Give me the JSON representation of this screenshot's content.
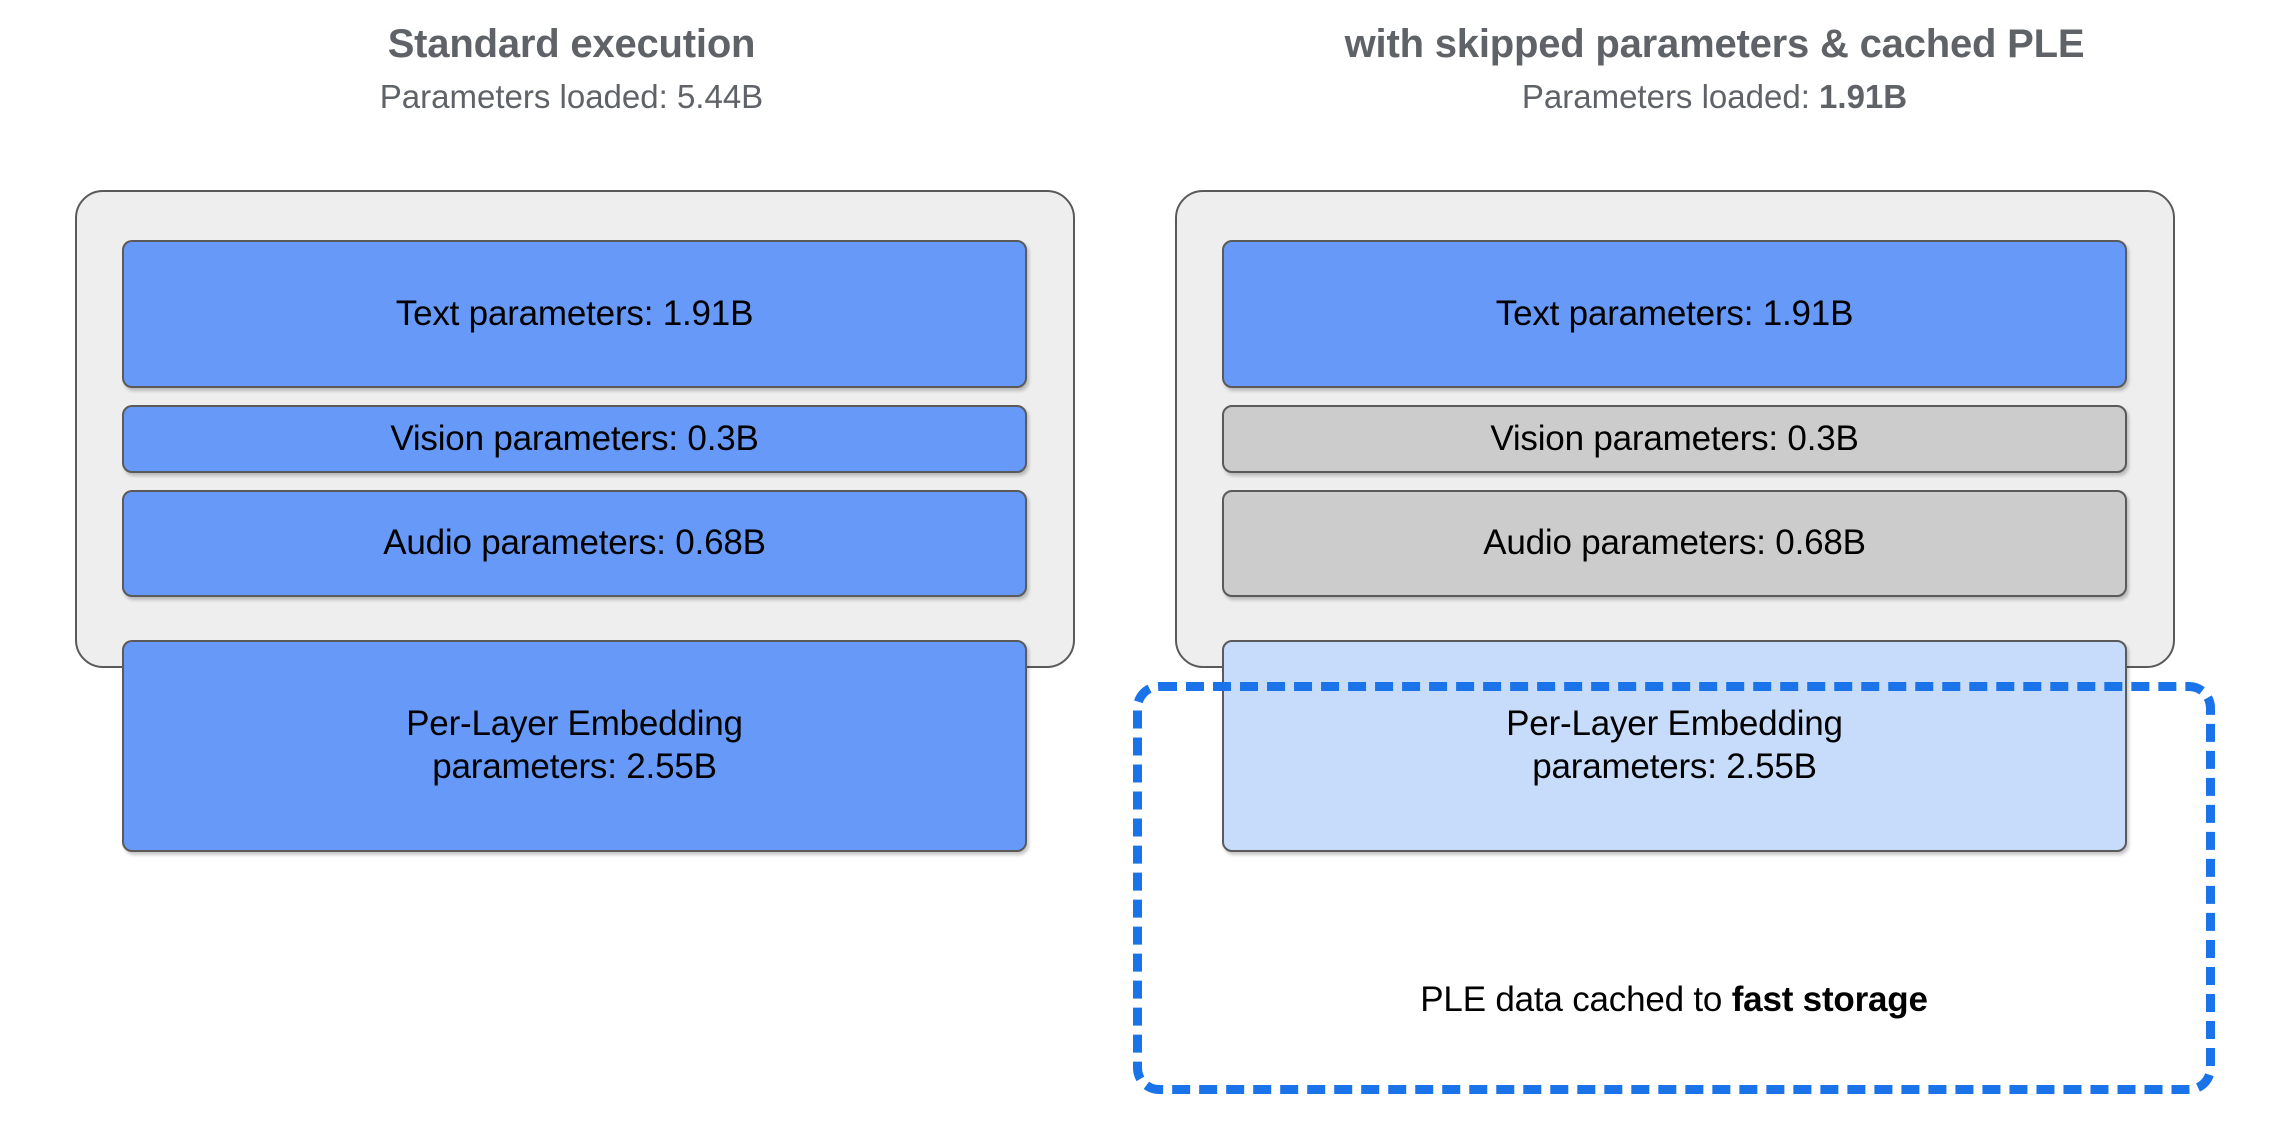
{
  "colors": {
    "accent_blue": "#6699f8",
    "light_blue": "#c6dcfa",
    "skipped_gray": "#cccccc",
    "panel_bg": "#eeeeee",
    "panel_border": "#5a5a5a",
    "dashed_highlight": "#1a73e8",
    "heading_gray": "#5f6368"
  },
  "columns": [
    {
      "id": "standard",
      "title": "Standard execution",
      "subtitle_prefix": "Parameters loaded: ",
      "subtitle_value": "5.44B",
      "subtitle_value_bold": false,
      "blocks": [
        {
          "name": "text-parameters",
          "label": "Text parameters: 1.91B",
          "state": "loaded",
          "fill": "blue"
        },
        {
          "name": "vision-parameters",
          "label": "Vision parameters: 0.3B",
          "state": "loaded",
          "fill": "blue"
        },
        {
          "name": "audio-parameters",
          "label": "Audio parameters: 0.68B",
          "state": "loaded",
          "fill": "blue"
        },
        {
          "name": "ple-parameters",
          "label_line1": "Per-Layer Embedding",
          "label_line2": "parameters: 2.55B",
          "state": "loaded",
          "fill": "blue"
        }
      ]
    },
    {
      "id": "optimized",
      "title": "with skipped parameters & cached PLE",
      "subtitle_prefix": "Parameters loaded: ",
      "subtitle_value": "1.91B",
      "subtitle_value_bold": true,
      "blocks": [
        {
          "name": "text-parameters",
          "label": "Text parameters: 1.91B",
          "state": "loaded",
          "fill": "blue"
        },
        {
          "name": "vision-parameters",
          "label": "Vision parameters: 0.3B",
          "state": "skipped",
          "fill": "gray"
        },
        {
          "name": "audio-parameters",
          "label": "Audio parameters: 0.68B",
          "state": "skipped",
          "fill": "gray"
        },
        {
          "name": "ple-parameters",
          "label_line1": "Per-Layer Embedding",
          "label_line2": "parameters: 2.55B",
          "state": "cached",
          "fill": "light"
        }
      ],
      "cache_caption_prefix": "PLE data cached to ",
      "cache_caption_emphasis": "fast storage"
    }
  ]
}
